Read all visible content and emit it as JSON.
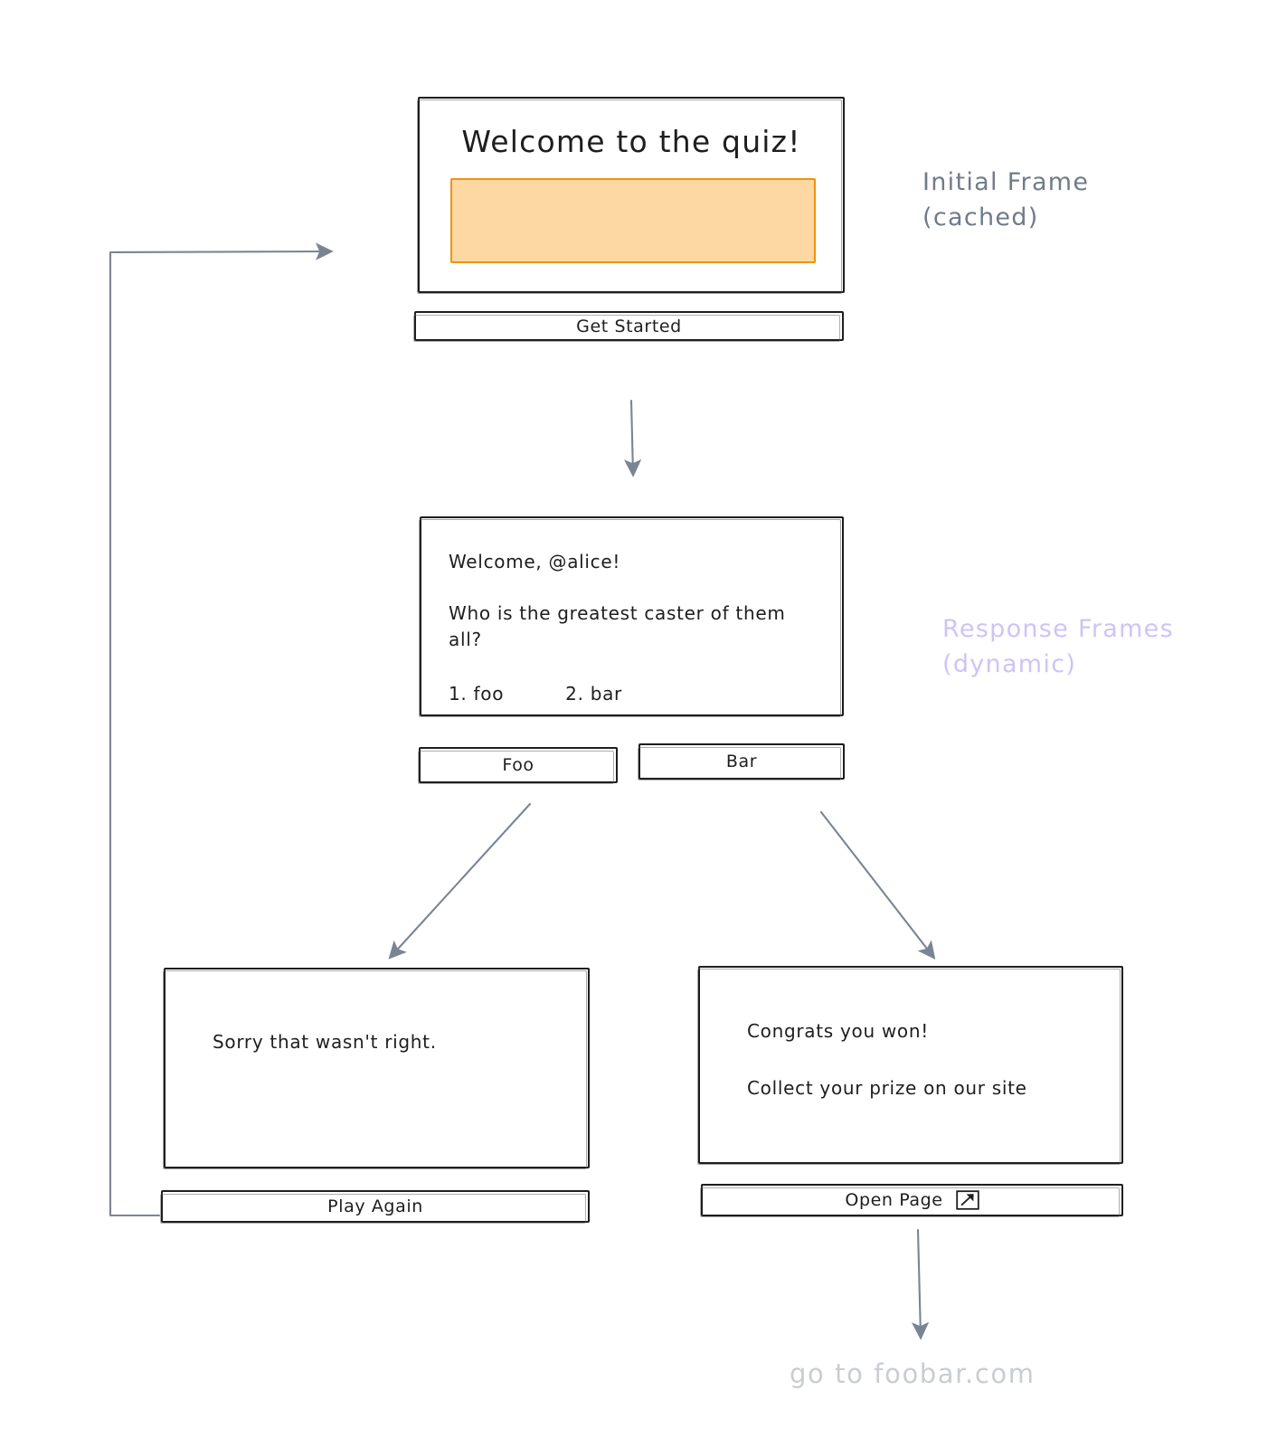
{
  "diagram": {
    "title": "Quiz frame flow",
    "colors": {
      "ink": "#1e1e1e",
      "arrow": "#7a8593",
      "accent_fill": "#fdd8a3",
      "accent_stroke": "#f0930f",
      "label_cached": "#707b8a",
      "label_dynamic": "#cfc3f7",
      "outro": "#c9cdd2"
    }
  },
  "annotations": {
    "initial_frame": "Initial  Frame\n(cached)",
    "response_frames": "Response Frames\n(dynamic)",
    "outro": "go to foobar.com"
  },
  "frames": {
    "welcome": {
      "title": "Welcome to the quiz!",
      "image_alt": "hero-image-placeholder",
      "button": "Get Started"
    },
    "question": {
      "greeting": "Welcome, @alice!",
      "question": "Who is the greatest caster of them all?",
      "options": [
        "1. foo",
        "2. bar"
      ],
      "buttons": [
        "Foo",
        "Bar"
      ]
    },
    "wrong": {
      "message": "Sorry that wasn't right.",
      "button": "Play Again"
    },
    "correct": {
      "line1": "Congrats you won!",
      "line2": "Collect your prize on our site",
      "button": "Open Page",
      "button_icon": "external-link-icon"
    }
  }
}
